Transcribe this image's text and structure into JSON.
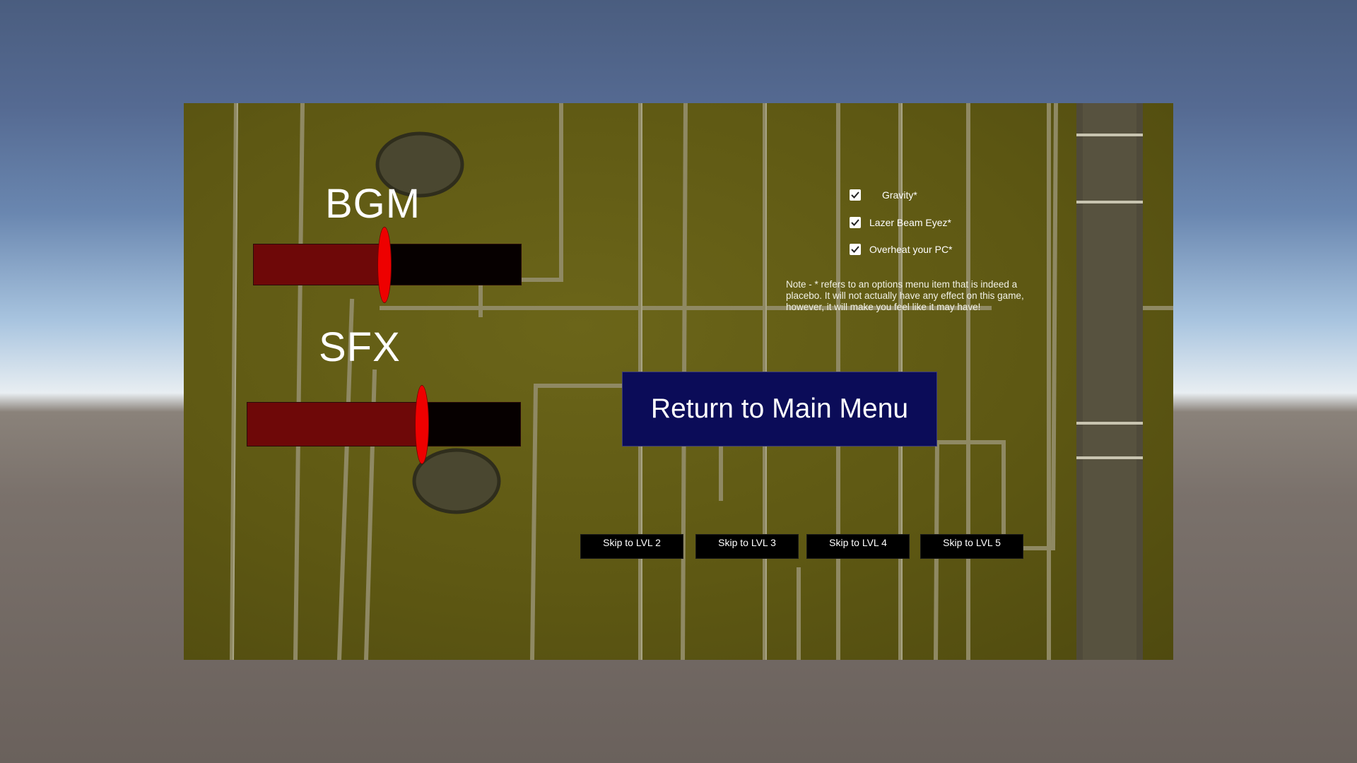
{
  "audio": {
    "bgm": {
      "label": "BGM",
      "value": 0.49
    },
    "sfx": {
      "label": "SFX",
      "value": 0.64
    }
  },
  "toggles": [
    {
      "label": "Gravity*",
      "checked": true
    },
    {
      "label": "Lazer Beam Eyez*",
      "checked": true
    },
    {
      "label": "Overheat your PC*",
      "checked": true
    }
  ],
  "note": "Note -  * refers to an options menu item that is indeed a placebo. It will not actually have any effect on this game, however, it will make you feel like it may have!",
  "return_button": "Return to Main Menu",
  "skip_buttons": [
    "Skip to LVL 2",
    "Skip to LVL 3",
    "Skip to LVL 4",
    "Skip to LVL 5"
  ],
  "colors": {
    "slider_fill": "#6e0808",
    "slider_track": "#060000",
    "slider_handle": "#ee0000",
    "menu_button": "#0b0c58",
    "panel": "#5e5813"
  }
}
